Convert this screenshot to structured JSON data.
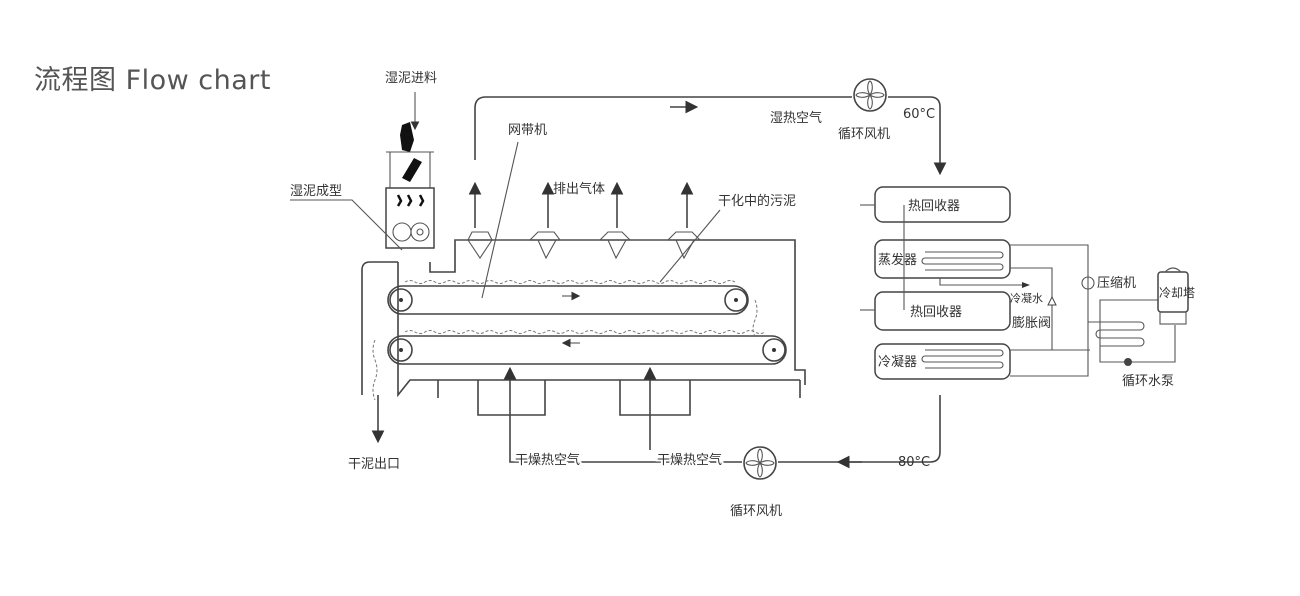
{
  "title": "流程图 Flow chart",
  "labels": {
    "wet_feed": "湿泥进料",
    "wet_forming": "湿泥成型",
    "mesh_belt": "网带机",
    "exhaust": "排出气体",
    "drying_sludge": "干化中的污泥",
    "humid_air": "湿热空气",
    "fan_top": "循环风机",
    "temp_top": "60°C",
    "heat_recovery_1": "热回收器",
    "evaporator": "蒸发器",
    "heat_recovery_2": "热回收器",
    "condenser": "冷凝器",
    "condensate": "冷凝水",
    "expansion_valve": "膨胀阀",
    "compressor": "压缩机",
    "cooling_tower": "冷却塔",
    "water_pump": "循环水泵",
    "dry_outlet": "干泥出口",
    "dry_air_1": "干燥热空气",
    "dry_air_2": "干燥热空气",
    "fan_bottom": "循环风机",
    "temp_bottom": "80°C"
  }
}
